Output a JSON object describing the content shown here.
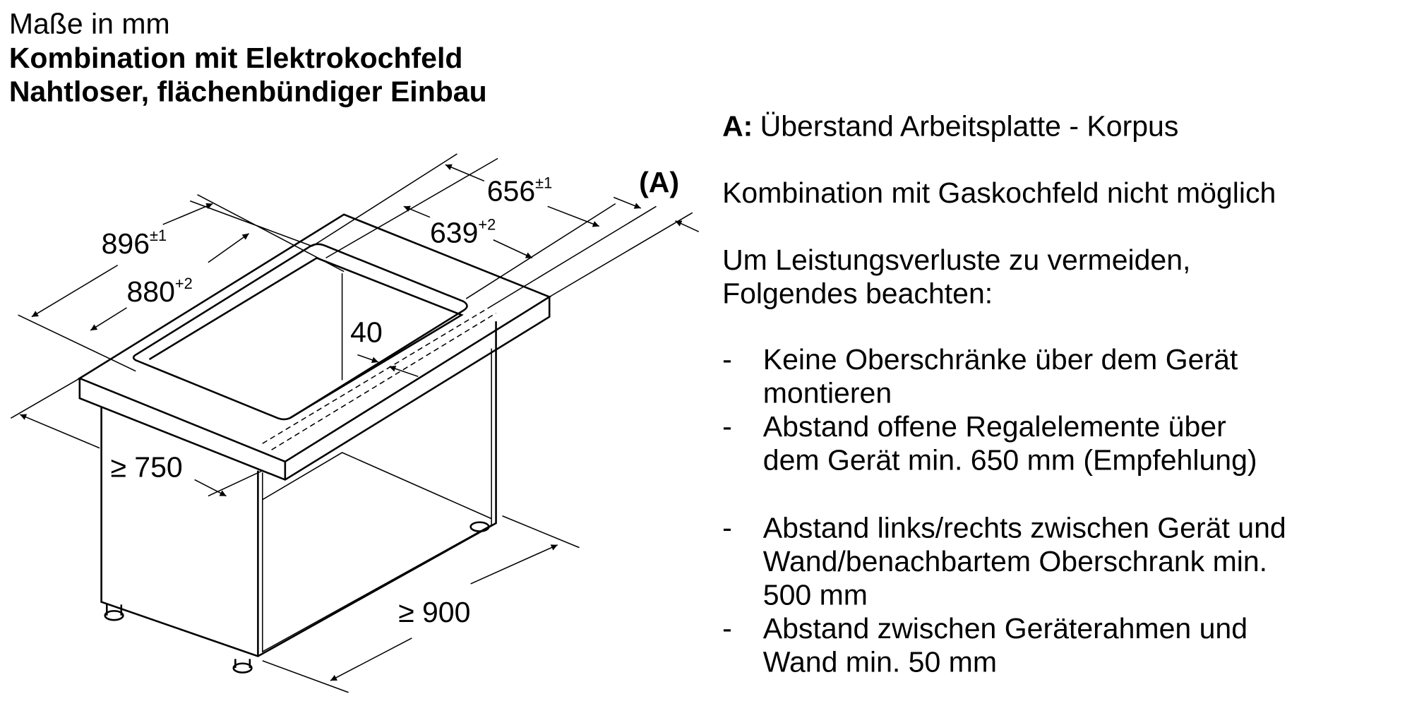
{
  "header": {
    "units": "Maße in mm",
    "title1": "Kombination mit Elektrokochfeld",
    "title2": "Nahtloser, flächenbündiger Einbau"
  },
  "drawing": {
    "dim_656": "656",
    "dim_656_tol": "±1",
    "dim_639": "639",
    "dim_639_tol": "+2",
    "dim_896": "896",
    "dim_896_tol": "±1",
    "dim_880": "880",
    "dim_880_tol": "+2",
    "dim_40": "40",
    "dim_750": "≥ 750",
    "dim_900": "≥ 900",
    "label_a": "(A)"
  },
  "notes": {
    "a_key": "A:",
    "a_text": "Überstand Arbeitsplatte - Korpus",
    "gas": "Kombination mit Gaskochfeld nicht möglich",
    "intro1": "Um Leistungsverluste zu vermeiden,",
    "intro2": "Folgendes beachten:",
    "bullet": "-",
    "items": [
      [
        "Keine Oberschränke über dem Gerät",
        "montieren"
      ],
      [
        "Abstand offene Regalelemente über",
        "dem Gerät min. 650 mm (Empfehlung)"
      ],
      [
        "Abstand links/rechts zwischen Gerät und",
        "Wand/benachbartem Oberschrank min.",
        "500 mm"
      ],
      [
        "Abstand zwischen Geräterahmen und",
        "Wand min. 50 mm"
      ]
    ]
  }
}
